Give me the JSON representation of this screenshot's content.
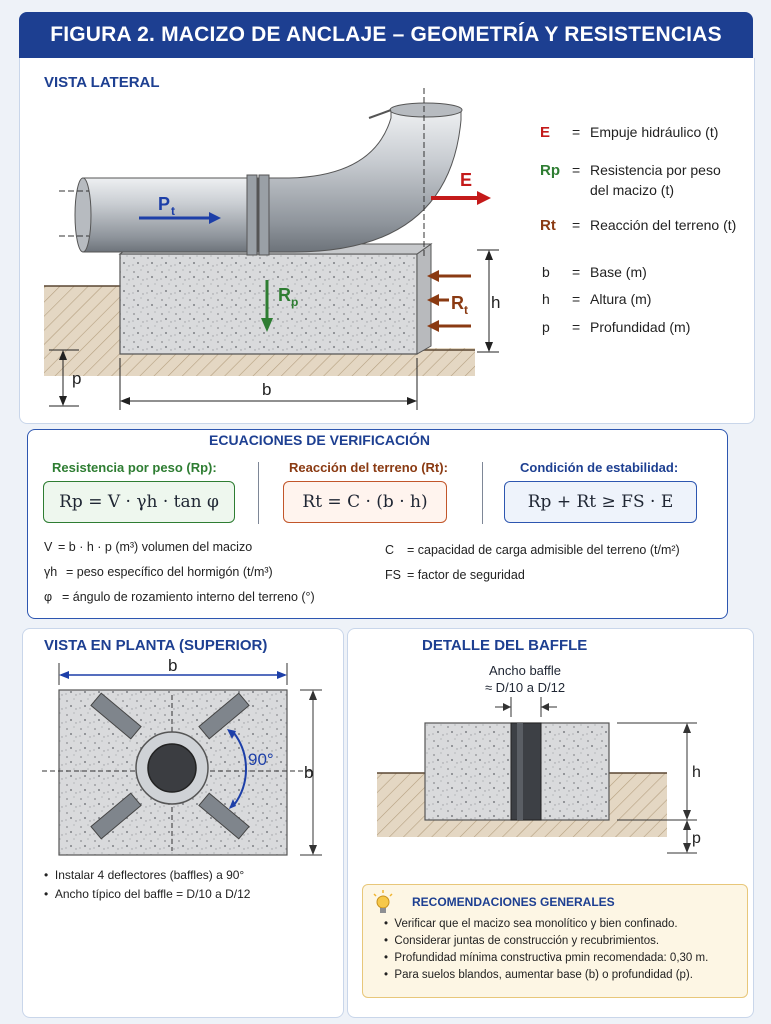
{
  "title": "FIGURA 2.  MACIZO DE ANCLAJE – GEOMETRÍA Y RESISTENCIAS",
  "side_view": {
    "title": "VISTA LATERAL",
    "labels": {
      "pt": "P",
      "pt_sub": "t",
      "e": "E",
      "rp": "R",
      "rp_sub": "p",
      "rt": "R",
      "rt_sub": "t",
      "h": "h",
      "p": "p",
      "b": "b"
    },
    "legend": [
      {
        "sym": "E",
        "eq": "=",
        "text": "Empuje hidráulico (t)",
        "color": "#c41a1a"
      },
      {
        "sym": "Rp",
        "eq": "=",
        "text": "Resistencia por peso",
        "text2": "del macizo (t)",
        "color": "#2e7d32"
      },
      {
        "sym": "Rt",
        "eq": "=",
        "text": "Reacción del terreno (t)",
        "color": "#8a3a12"
      },
      {
        "sym": "b",
        "eq": "=",
        "text": "Base (m)",
        "color": "#222"
      },
      {
        "sym": "h",
        "eq": "=",
        "text": "Altura (m)",
        "color": "#222"
      },
      {
        "sym": "p",
        "eq": "=",
        "text": "Profundidad (m)",
        "color": "#222"
      }
    ]
  },
  "equations": {
    "title": "ECUACIONES DE VERIFICACIÓN",
    "cols": [
      {
        "title": "Resistencia por peso (Rp):",
        "formula": "Rp = V · γh · tan φ",
        "color": "#2e7d32",
        "bg": "#eef7ee"
      },
      {
        "title": "Reacción del terreno (Rt):",
        "formula": "Rt = C · (b · h)",
        "color": "#8a3a12",
        "bg": "#fff4ee"
      },
      {
        "title": "Condición de estabilidad:",
        "formula": "Rp + Rt  ≥  FS · E",
        "color": "#1d3f91",
        "bg": "#eef3fb"
      }
    ],
    "defs_left": [
      {
        "sym": "V",
        "text": "=  b · h · p  (m³)  volumen del macizo"
      },
      {
        "sym": "γh",
        "text": "=  peso específico del hormigón (t/m³)"
      },
      {
        "sym": "φ",
        "text": "=  ángulo de rozamiento interno del terreno (°)"
      }
    ],
    "defs_right": [
      {
        "sym": "C",
        "text": "=   capacidad de carga admisible del terreno (t/m²)"
      },
      {
        "sym": "FS",
        "text": "=  factor de seguridad"
      }
    ]
  },
  "plan_view": {
    "title": "VISTA EN PLANTA (SUPERIOR)",
    "b_top": "b",
    "b_side": "b",
    "angle": "90°",
    "bullets": [
      "Instalar 4 deflectores (baffles) a 90°",
      "Ancho típico del baffle = D/10 a D/12"
    ]
  },
  "baffle_detail": {
    "title": "DETALLE DEL BAFFLE",
    "width_label": "Ancho baffle",
    "width_value": "≈ D/10 a D/12",
    "h": "h",
    "p": "p"
  },
  "recommendations": {
    "title": "RECOMENDACIONES GENERALES",
    "items": [
      "Verificar que el macizo sea monolítico y bien confinado.",
      "Considerar juntas de construcción y recubrimientos.",
      "Profundidad mínima constructiva pmin recomendada: 0,30 m.",
      "Para suelos blandos, aumentar base (b) o profundidad (p)."
    ]
  },
  "colors": {
    "brand": "#1d3f91",
    "green": "#2e7d32",
    "brown": "#8a3a12",
    "red": "#c41a1a",
    "blue": "#1d3fa8"
  }
}
